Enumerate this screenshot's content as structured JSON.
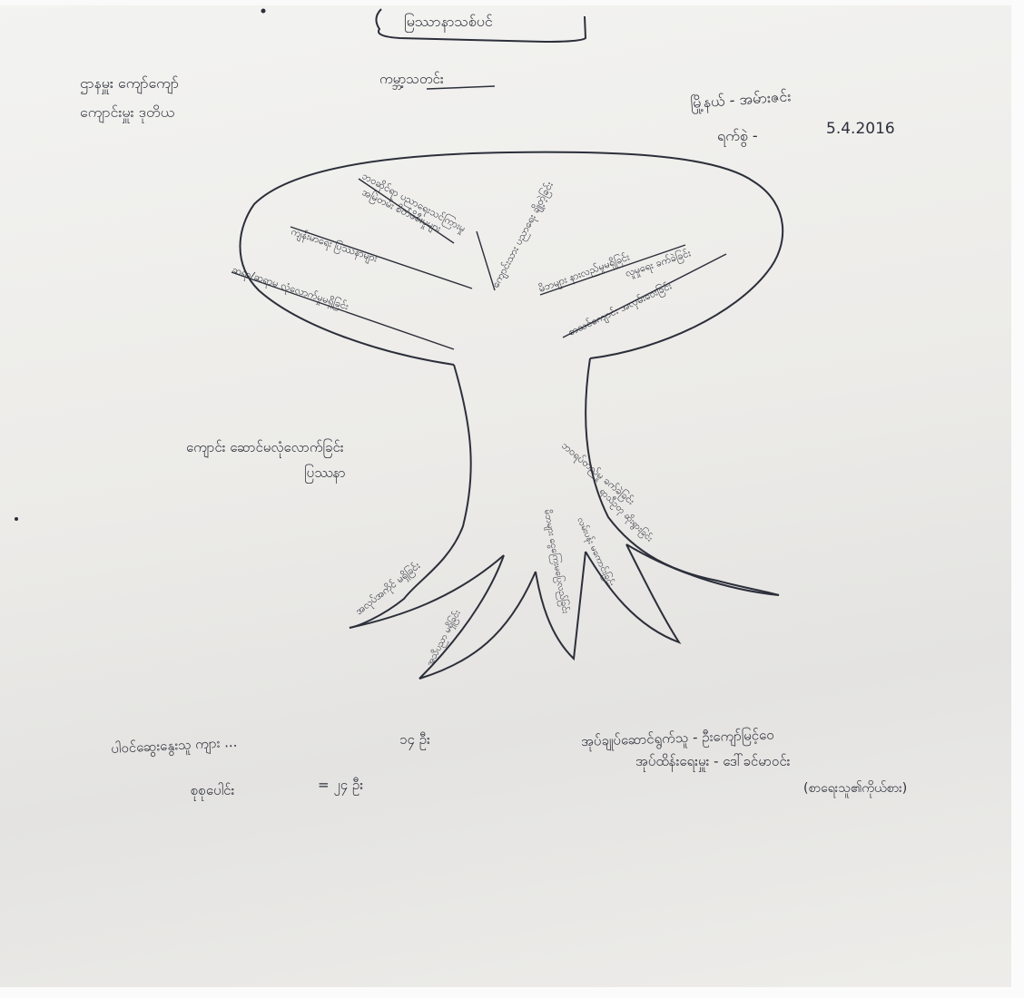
{
  "document": {
    "title": "မြဿာနာသစ်ပင်",
    "header_left": {
      "line1": "ဌာနမှူး ကျော်ကျော်",
      "line2": "ကျောင်းမှူး ဒုတိယ"
    },
    "header_center": "ကမ္ဘာ့သတင်း",
    "header_right": {
      "line1": "မြို့နယ် - အမ်ားဇင်း",
      "line2_label": "ရက်စွဲ -",
      "line2_date": "5.4.2016"
    },
    "tree": {
      "crown_labels": [
        "ဘဝဆိုင်ရာ ပညာရေးသင်ကြားမှု",
        "အမြဲတမ်း စိတ်ဖိစီးမှုများ",
        "ကျောင်းသား ပညာရေး ချို့တဲ့ခြင်း",
        "ကျန်းမာရေး ပြဿနာများ",
        "မိဘများ နားလည်မှုမရှိခြင်း",
        "ဆရာ/ဆရာမ လုံလောက်မှုမရှိခြင်း",
        "လူမှုရေး ခက်ခဲခြင်း",
        "စာသင်ကျောင်း အလှမ်းဝေးခြင်း"
      ],
      "trunk_label": {
        "line1": "ကျောင်း ဆောင်မလုံလောက်ခြင်း",
        "line2": "ပြဿနာ"
      },
      "root_labels": [
        "ဘဝရပ်တည်မှု ခက်ခဲခြင်း",
        "အလုပ်အကိုင် မရှိခြင်း",
        "အသိပညာ မရှိခြင်း",
        "မိဘများ ငွေကြေးမပြေလည်ခြင်း",
        "လမ်းပန်း မကောင်းခြင်း",
        "ရာသီဥတု ဆိုးရွားခြင်း"
      ]
    },
    "footer_left": {
      "line1_label": "ပါဝင်ဆွေးနွေးသူ ကျား ...",
      "line1_value": "၁၄ ဦး",
      "line2_label": "စုစုပေါင်း",
      "line2_value": "= ၂၄ ဦး"
    },
    "footer_right": {
      "line1": "အုပ်ချုပ်ဆောင်ရွက်သူ - ဦးကျော်မြင့်ဝေ",
      "line2": "အုပ်ထိန်းရေးမှူး - ဒေါ်ခင်မာဝင်း",
      "line3": "(စာရေးသူ၏ကိုယ်စား)"
    }
  },
  "colors": {
    "ink": "#2c2f3a",
    "paper": "#eeedea"
  }
}
